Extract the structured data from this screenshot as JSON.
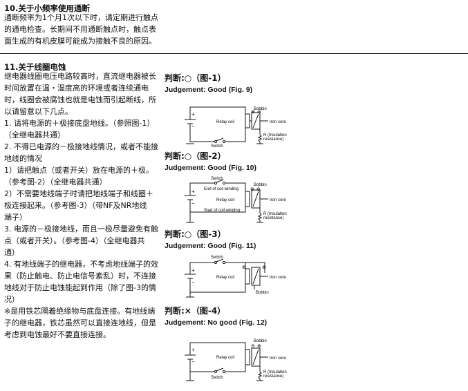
{
  "section10": {
    "title": "10.关于小频率使用通断",
    "body": "通断频率为1个月1次以下时，请定期进行触点\n的通电检查。长期间不用通断触点时，触点表\n面生成的有机皮膜可能成为接触不良的原因。"
  },
  "section11": {
    "title": "11.关于线圈电蚀",
    "body": "继电器线圈电压电路较高时，直流继电器被长\n时间放置在温・湿度高的环境或者连续通电\n时，线圈会被腐蚀也就是电蚀而引起断线，所\n以请留意以下几点。\n1. 请将电源的＋极接底盘地线。（参照图-1）\n（全继电器共通）\n2. 不得已电源的－极接地线情况，或者不能接\n地线的情况\n1）请把触点（或者开关）放在电源的＋极。\n（参考图-2）（全继电器共通）\n2）不需要地线端子时请把地线端子和线圈＋\n极连接起来。（参考图-3）（带NF及NR地线\n端子）\n3. 电源的－极接地线，而且一极尽量避免有触\n点（或者开关）。（参考图-4）（全继电器共\n通）\n4. 有地线端子的继电器，不考虑地线端子的效\n果（防止触电、防止电信号紊乱）时，不连接\n地线对于防止电蚀能起到作用（除了图-3的情\n况）\n※是用铁芯隔着绝缘物与底盘连接。有地线端\n子的继电器，铁芯虽然可以直接连地线，但是\n考虑到电蚀最好不要直接连接。"
  },
  "figures": [
    {
      "title": "判断:○（图-1）",
      "subtitle": "Judgement: Good (Fig. 9)"
    },
    {
      "title": "判断:○（图-2）",
      "subtitle": "Judgement: Good (Fig. 10)"
    },
    {
      "title": "判断:○（图-3）",
      "subtitle": "Judgement: Good (Fig. 11)"
    },
    {
      "title": "判断:×（图-4）",
      "subtitle": "Judgement: No good (Fig. 12)"
    }
  ],
  "labels": {
    "bobbin": "Bobbin",
    "relay_coil": "Relay coil",
    "iron_core": "Iron core",
    "switch": "Switch",
    "r_insulation": "R (Insulation",
    "resistance": "resistance)",
    "end_winding": "End of coil winding",
    "start_winding": "Start of coil winding",
    "plus": "+",
    "minus": "−",
    "plus_circle": "⊕",
    "minus_circle": "⊖"
  }
}
